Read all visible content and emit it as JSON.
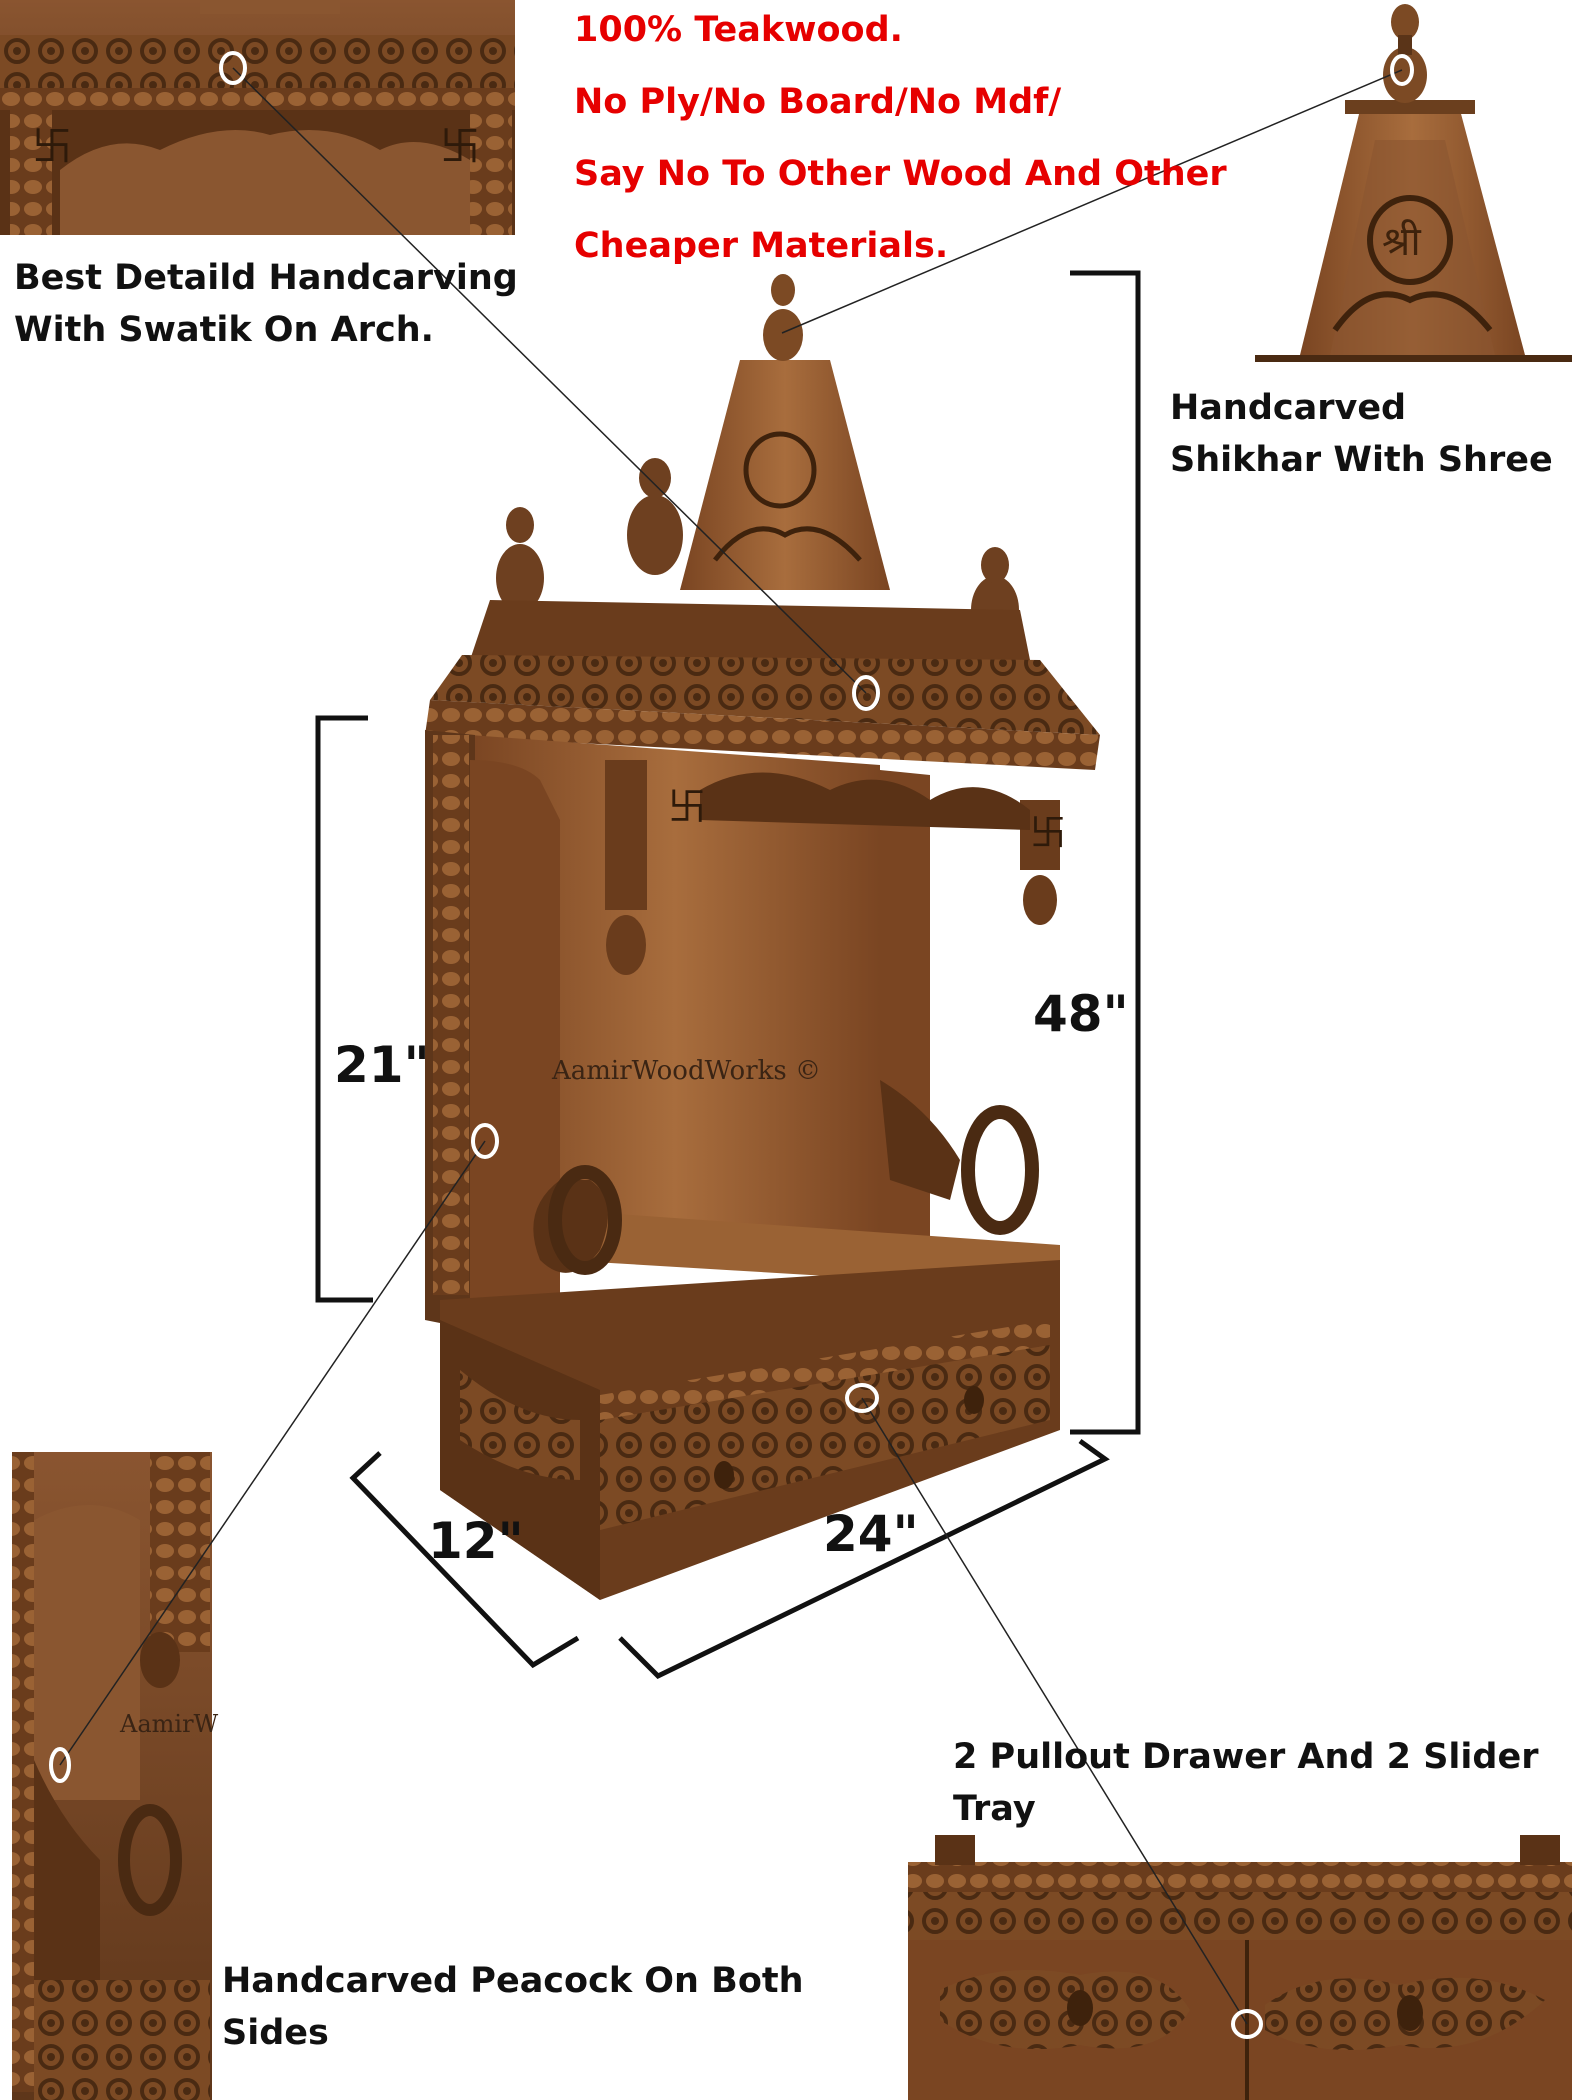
{
  "marketing": {
    "line1": "100% Teakwood.",
    "line2": "No Ply/No Board/No Mdf/",
    "line3": "Say No To Other Wood And Other",
    "line4": "Cheaper Materials."
  },
  "callouts": {
    "arch_line1": "Best Detaild Handcarving",
    "arch_line2": "With Swatik On Arch.",
    "shikhar_line1": "Handcarved",
    "shikhar_line2": "Shikhar With Shree",
    "drawer_line1": "2 Pullout Drawer And 2 Slider",
    "drawer_line2": "Tray",
    "peacock_line1": "Handcarved Peacock On Both",
    "peacock_line2": "Sides"
  },
  "dimensions": {
    "height_total": "48\"",
    "inner_height": "21\"",
    "depth": "12\"",
    "width": "24\""
  },
  "watermark": "AamirWoodWorks ©",
  "watermark_crop": "AamirW",
  "colors": {
    "accent_red": "#e60000",
    "wood_dark": "#5a3418",
    "wood_mid": "#8a5a33",
    "wood_light": "#b57c4a"
  }
}
